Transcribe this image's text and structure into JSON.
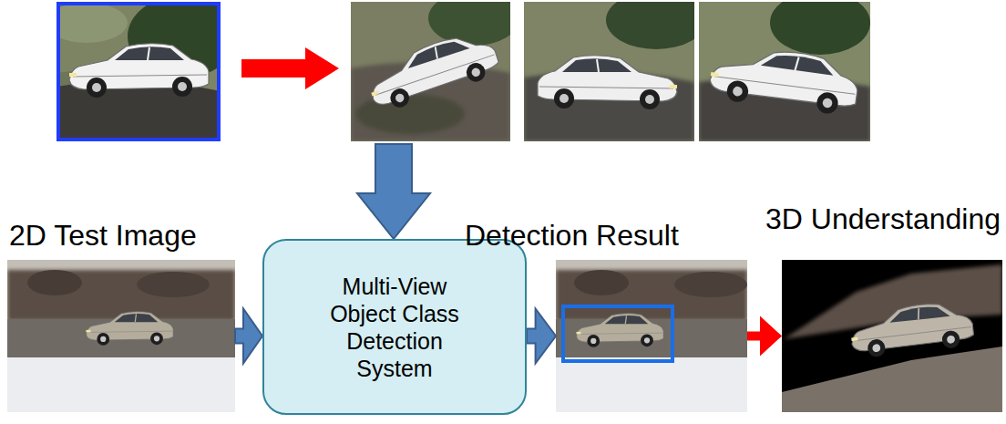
{
  "diagram": {
    "nodes": [
      {
        "text": [
          "2D Test Image"
        ]
      },
      {
        "text": [
          "Multi-View Object Class Detection System"
        ]
      },
      {
        "text": [
          "Detection Result"
        ]
      },
      {
        "text": [
          "3D Understanding"
        ]
      }
    ],
    "edges": [
      {
        "from": 0,
        "to": 1,
        "arrow": "to"
      },
      {
        "from": 1,
        "to": 2,
        "arrow": "to"
      },
      {
        "from": 2,
        "to": 3,
        "arrow": "to"
      }
    ]
  }
}
